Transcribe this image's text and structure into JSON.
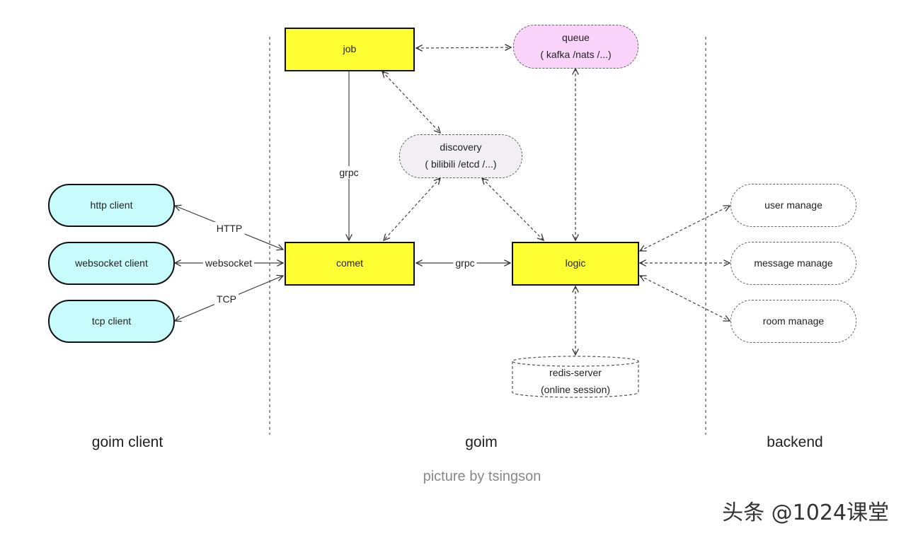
{
  "nodes": {
    "job": {
      "label": "job"
    },
    "queue": {
      "line1": "queue",
      "line2": "( kafka /nats /...)"
    },
    "discovery": {
      "line1": "discovery",
      "line2": "( bilibili /etcd /...)"
    },
    "comet": {
      "label": "comet"
    },
    "logic": {
      "label": "logic"
    },
    "redis": {
      "line1": "redis-server",
      "line2": "(online session)"
    },
    "http_client": {
      "label": "http client"
    },
    "websocket_client": {
      "label": "websocket client"
    },
    "tcp_client": {
      "label": "tcp client"
    },
    "user_manage": {
      "label": "user manage"
    },
    "message_manage": {
      "label": "message manage"
    },
    "room_manage": {
      "label": "room manage"
    }
  },
  "edge_labels": {
    "job_comet": "grpc",
    "comet_logic": "grpc",
    "http": "HTTP",
    "websocket": "websocket",
    "tcp": "TCP"
  },
  "sections": {
    "client": "goim client",
    "goim": "goim",
    "backend": "backend"
  },
  "credit": "picture by tsingson",
  "watermark": "头条 @1024课堂",
  "colors": {
    "core_fill": "#ffff33",
    "client_fill": "#c8fbfb",
    "queue_fill": "#fbd4fb",
    "discovery_fill": "#f1eff4"
  }
}
